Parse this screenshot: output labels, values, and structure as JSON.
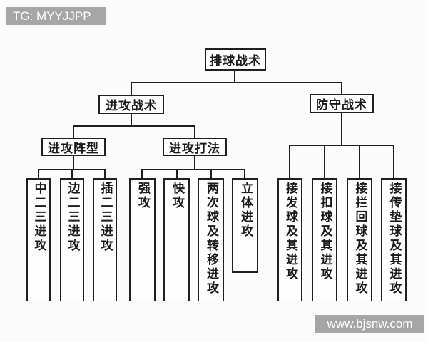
{
  "diagram_title": "排球战术",
  "nodes": {
    "root": "排球战术",
    "attack": "进攻战术",
    "defense": "防守战术",
    "formation": "进攻阵型",
    "play": "进攻打法"
  },
  "leaves": {
    "formation": [
      "中二三进攻",
      "边二三进攻",
      "插二三进攻"
    ],
    "play": [
      "强攻",
      "快攻",
      "两次球及转移进攻",
      "立体进攻"
    ],
    "defense": [
      "接发球及其进攻",
      "接扣球及其进攻",
      "接拦回球及其进攻",
      "接传垫球及其进攻"
    ]
  },
  "watermarks": {
    "tg": "TG: MYYJJPP",
    "site": "www.bjsnw.com"
  },
  "colors": {
    "line": "#1f1f1f",
    "text": "#1a1a1a",
    "box_background": "#fefefe",
    "page_background": "#fbfbfb",
    "watermark_background": "#a6a6a6",
    "watermark_text": "#ffffff"
  }
}
